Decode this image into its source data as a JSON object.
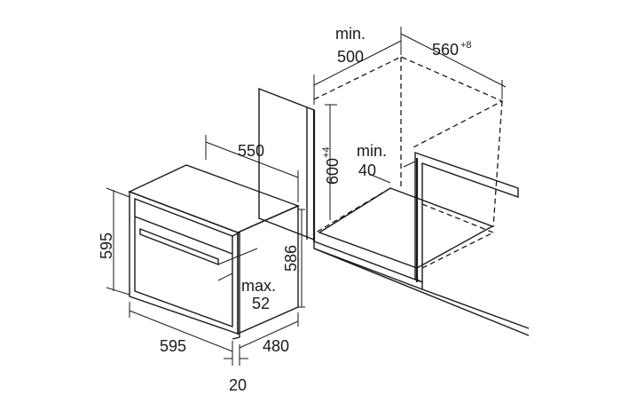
{
  "labels": {
    "cabinet_depth_min": "min.",
    "cabinet_depth_value": "500",
    "cabinet_width_value": "560",
    "cabinet_width_tolerance": "+8",
    "cabinet_height_value": "600",
    "cabinet_height_tolerance": "+4",
    "gap_min": "min.",
    "gap_value": "40",
    "oven_top_depth": "550",
    "oven_height": "595",
    "oven_body_height": "586",
    "handle_max": "max.",
    "handle_value": "52",
    "oven_width": "595",
    "oven_depth": "480",
    "front_depth": "20"
  }
}
